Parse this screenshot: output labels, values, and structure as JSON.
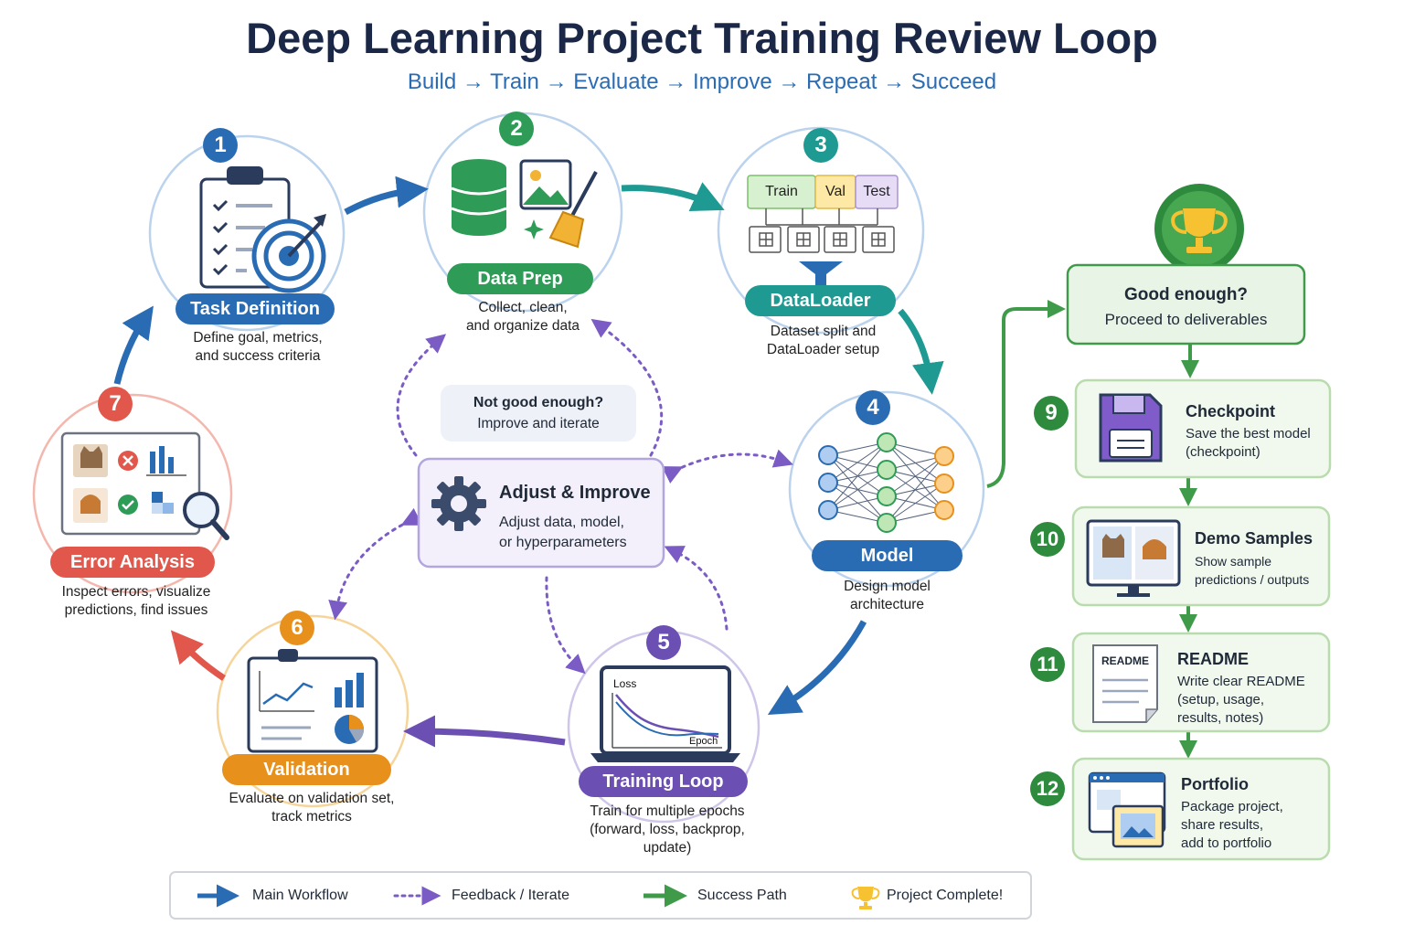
{
  "title": "Deep Learning Project Training Review Loop",
  "subtitle": "Build → Train → Evaluate → Improve → Repeat → Succeed",
  "steps": [
    {
      "num": "1",
      "label": "Task Definition",
      "desc_lines": [
        "Define goal, metrics,",
        "and success criteria"
      ],
      "color": "#2a6cb3"
    },
    {
      "num": "2",
      "label": "Data Prep",
      "desc_lines": [
        "Collect, clean,",
        "and organize data"
      ],
      "color": "#2e9b57"
    },
    {
      "num": "3",
      "label": "DataLoader",
      "desc_lines": [
        "Dataset split and",
        "DataLoader setup"
      ],
      "color": "#1f9a92"
    },
    {
      "num": "4",
      "label": "Model",
      "desc_lines": [
        "Design model",
        "architecture"
      ],
      "color": "#2a6cb3"
    },
    {
      "num": "5",
      "label": "Training Loop",
      "desc_lines": [
        "Train for multiple epochs",
        "(forward, loss, backprop,",
        "update)"
      ],
      "color": "#6b4fb3"
    },
    {
      "num": "6",
      "label": "Validation",
      "desc_lines": [
        "Evaluate on validation set,",
        "track metrics"
      ],
      "color": "#e8901c"
    },
    {
      "num": "7",
      "label": "Error Analysis",
      "desc_lines": [
        "Inspect errors, visualize",
        "predictions, find issues"
      ],
      "color": "#e2574c"
    }
  ],
  "dataloader_split": {
    "train": "Train",
    "val": "Val",
    "test": "Test"
  },
  "training_chart": {
    "y_label": "Loss",
    "x_label": "Epoch"
  },
  "center": {
    "note_title": "Not good enough?",
    "note_desc": "Improve and iterate",
    "box_title": "Adjust & Improve",
    "box_desc_lines": [
      "Adjust data, model,",
      "or hyperparameters"
    ]
  },
  "success": {
    "title": "Good enough?",
    "desc": "Proceed to deliverables"
  },
  "deliverables": [
    {
      "num": "9",
      "title": "Checkpoint",
      "desc_lines": [
        "Save the best model",
        "(checkpoint)"
      ]
    },
    {
      "num": "10",
      "title": "Demo Samples",
      "desc_lines": [
        "Show sample",
        "predictions / outputs"
      ]
    },
    {
      "num": "11",
      "title": "README",
      "desc_lines": [
        "Write clear README",
        "(setup, usage,",
        "results, notes)"
      ],
      "doc_label": "README"
    },
    {
      "num": "12",
      "title": "Portfolio",
      "desc_lines": [
        "Package project,",
        "share results,",
        "add to portfolio"
      ]
    }
  ],
  "legend": {
    "main": "Main Workflow",
    "feedback": "Feedback / Iterate",
    "success": "Success Path",
    "complete": "Project Complete!"
  },
  "colors": {
    "blue": "#2a6cb3",
    "green": "#2e9b57",
    "teal": "#1f9a92",
    "purple": "#6b4fb3",
    "orange": "#e8901c",
    "red": "#e2574c",
    "success_green": "#3f9a4a"
  }
}
